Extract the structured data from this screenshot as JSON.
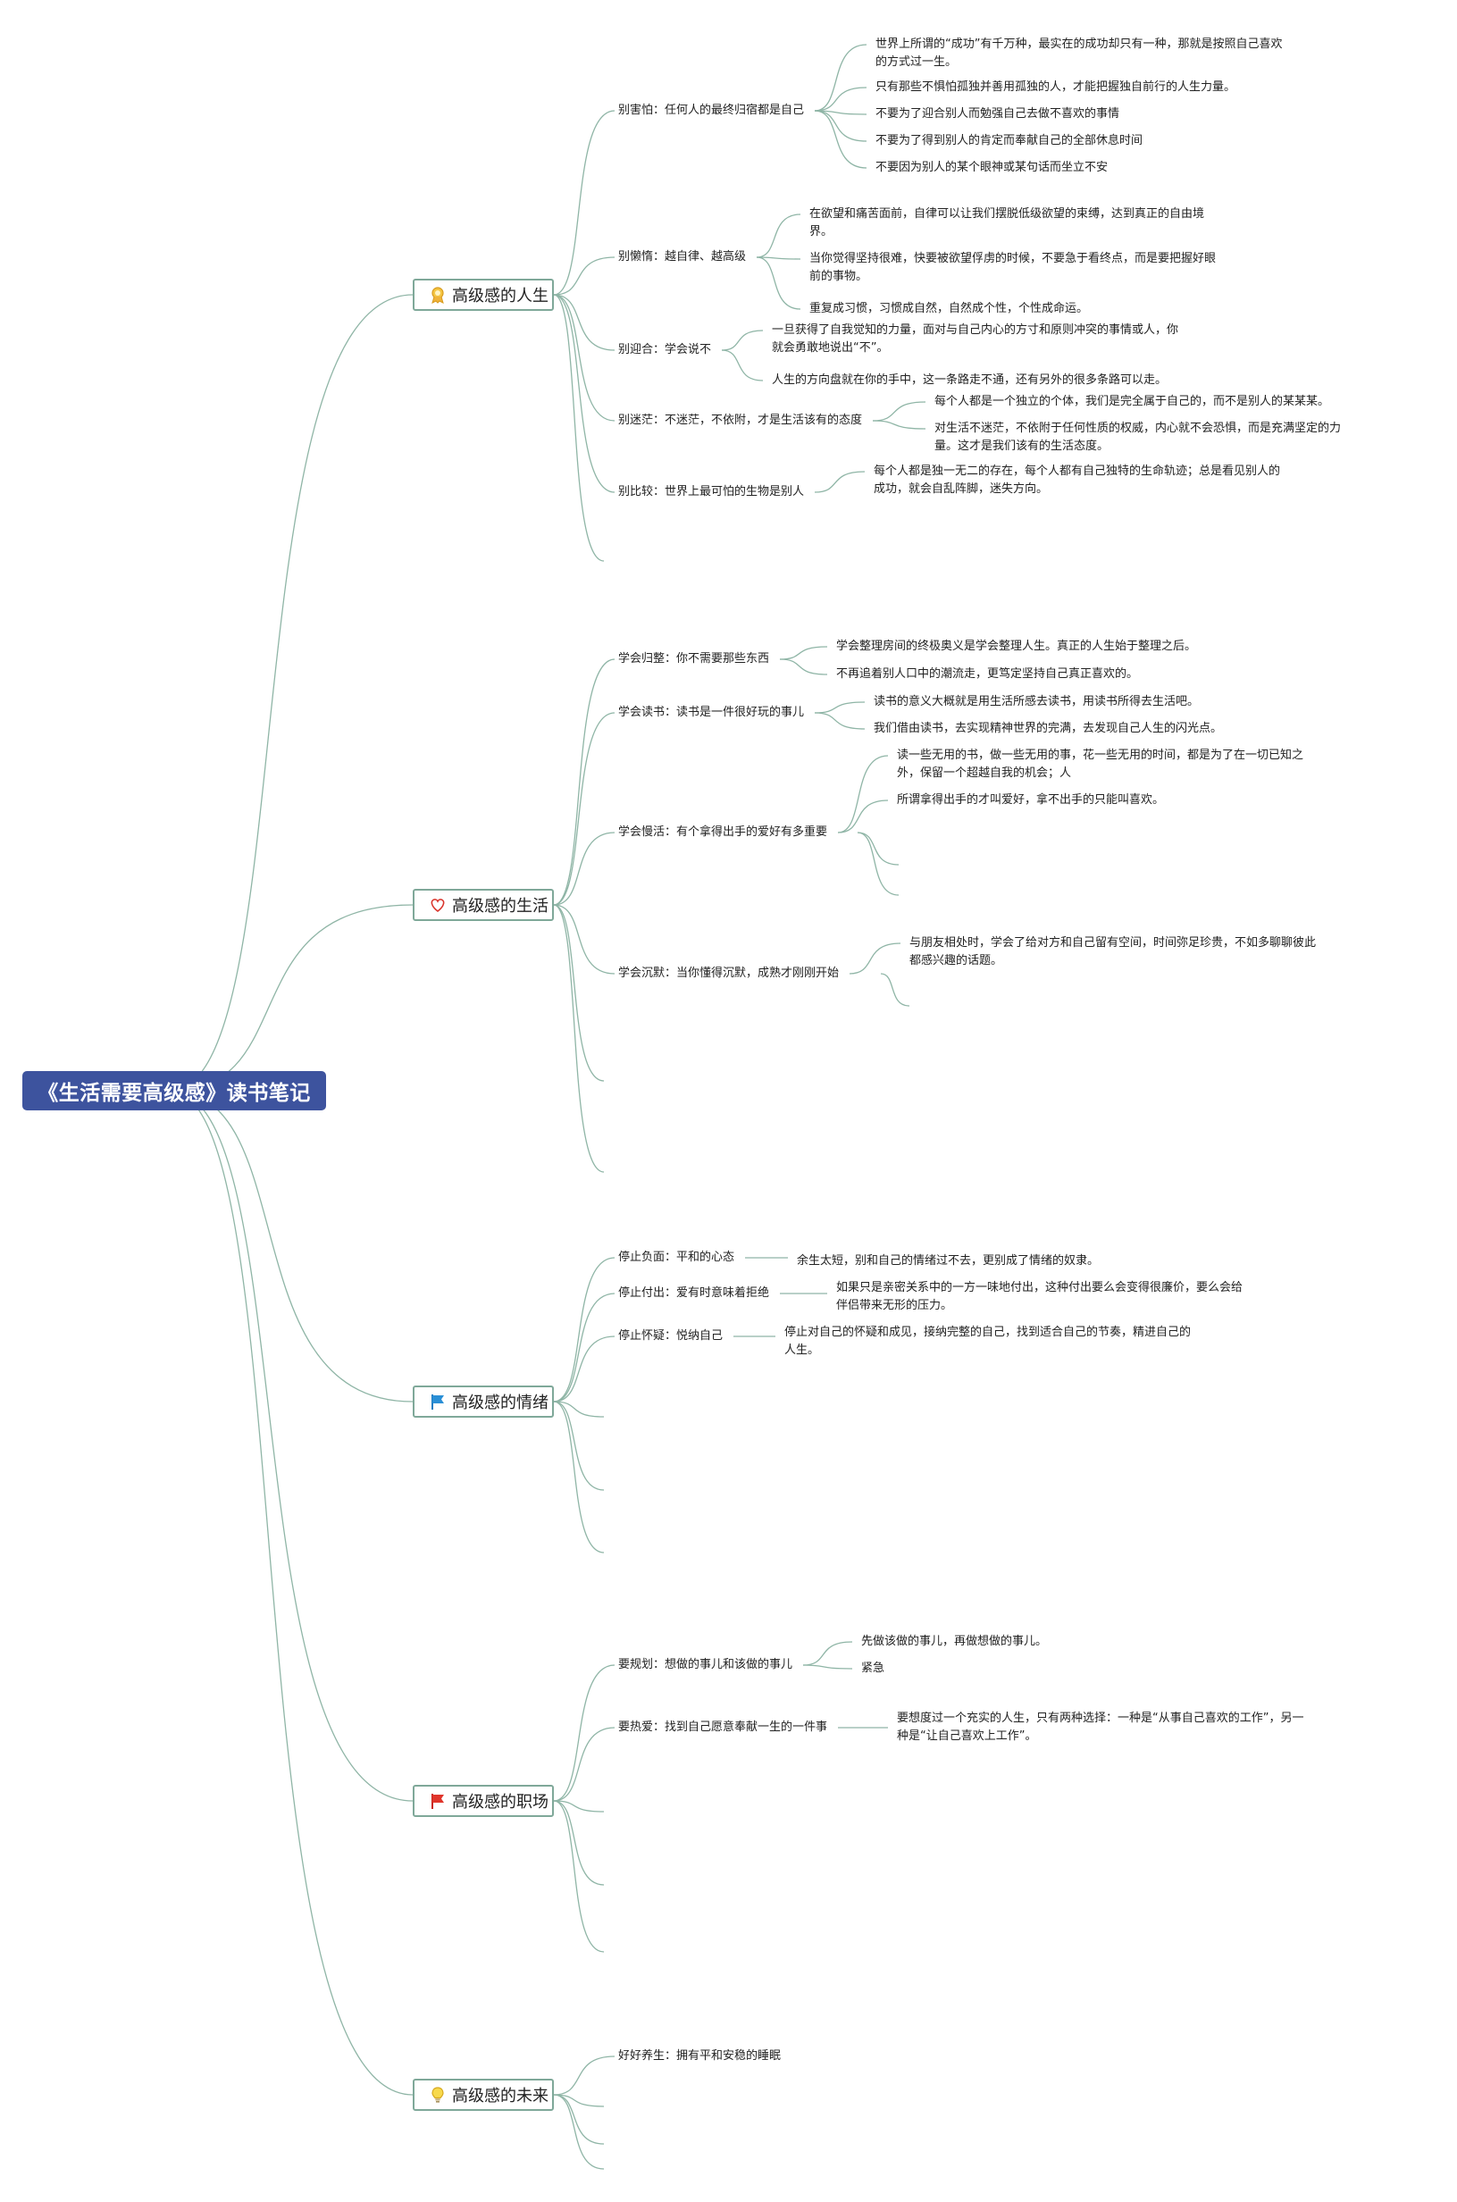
{
  "root": {
    "title": "《生活需要高级感》读书笔记"
  },
  "branches": [
    {
      "label": "高级感的人生",
      "icon": "award-medal-icon",
      "topics": [
        {
          "label": "别害怕：任何人的最终归宿都是自己",
          "notes": [
            [
              "世界上所谓的“成功”有千万种，最实在的成功却只有一种，那就是按照自己喜欢",
              "的方式过一生。"
            ],
            [
              "只有那些不惧怕孤独并善用孤独的人，才能把握独自前行的人生力量。"
            ],
            [
              "不要为了迎合别人而勉强自己去做不喜欢的事情"
            ],
            [
              "不要为了得到别人的肯定而奉献自己的全部休息时间"
            ],
            [
              "不要因为别人的某个眼神或某句话而坐立不安"
            ]
          ]
        },
        {
          "label": "别懒惰：越自律、越高级",
          "notes": [
            [
              "在欲望和痛苦面前，自律可以让我们摆脱低级欲望的束缚，达到真正的自由境",
              "界。"
            ],
            [
              "当你觉得坚持很难，快要被欲望俘虏的时候，不要急于看终点，而是要把握好眼",
              "前的事物。"
            ],
            [
              "重复成习惯，习惯成自然，自然成个性，个性成命运。"
            ]
          ]
        },
        {
          "label": "别迎合：学会说不",
          "notes": [
            [
              "一旦获得了自我觉知的力量，面对与自己内心的方寸和原则冲突的事情或人，你",
              "就会勇敢地说出“不”。"
            ],
            [
              "人生的方向盘就在你的手中，这一条路走不通，还有另外的很多条路可以走。"
            ]
          ]
        },
        {
          "label": "别迷茫：不迷茫，不依附，才是生活该有的态度",
          "notes": [
            [
              "每个人都是一个独立的个体，我们是完全属于自己的，而不是别人的某某某。"
            ],
            [
              "对生活不迷茫，不依附于任何性质的权威，内心就不会恐惧，而是充满坚定的力",
              "量。这才是我们该有的生活态度。"
            ]
          ]
        },
        {
          "label": "别比较：世界上最可怕的生物是别人",
          "notes": [
            [
              "每个人都是独一无二的存在，每个人都有自己独特的生命轨迹；总是看见别人的",
              "成功，就会自乱阵脚，迷失方向。"
            ]
          ]
        }
      ]
    },
    {
      "label": "高级感的生活",
      "icon": "heart-icon",
      "topics": [
        {
          "label": "学会归整：你不需要那些东西",
          "notes": [
            [
              "学会整理房间的终极奥义是学会整理人生。真正的人生始于整理之后。"
            ],
            [
              "不再追着别人口中的潮流走，更笃定坚持自己真正喜欢的。"
            ]
          ]
        },
        {
          "label": "学会读书：读书是一件很好玩的事儿",
          "notes": [
            [
              "读书的意义大概就是用生活所感去读书，用读书所得去生活吧。"
            ],
            [
              "我们借由读书，去实现精神世界的完满，去发现自己人生的闪光点。"
            ]
          ]
        },
        {
          "label": "学会慢活：有个拿得出手的爱好有多重要",
          "notes": [
            [
              "读一些无用的书，做一些无用的事，花一些无用的时间，都是为了在一切已知之",
              "外，保留一个超越自我的机会；人"
            ],
            [
              "所谓拿得出手的才叫爱好，拿不出手的只能叫喜欢。"
            ]
          ]
        },
        {
          "label": "学会沉默：当你懂得沉默，成熟才刚刚开始",
          "notes": [
            [
              "与朋友相处时，学会了给对方和自己留有空间，时间弥足珍贵，不如多聊聊彼此",
              "都感兴趣的话题。"
            ]
          ]
        }
      ]
    },
    {
      "label": "高级感的情绪",
      "icon": "blue-flag-icon",
      "topics": [
        {
          "label": "停止负面：平和的心态",
          "notes": [
            [
              "余生太短，别和自己的情绪过不去，更别成了情绪的奴隶。"
            ]
          ]
        },
        {
          "label": "停止付出：爱有时意味着拒绝",
          "notes": [
            [
              "如果只是亲密关系中的一方一味地付出，这种付出要么会变得很廉价，要么会给",
              "伴侣带来无形的压力。"
            ]
          ]
        },
        {
          "label": "停止怀疑：悦纳自己",
          "notes": [
            [
              "停止对自己的怀疑和成见，接纳完整的自己，找到适合自己的节奏，精进自己的",
              "人生。"
            ]
          ]
        }
      ]
    },
    {
      "label": "高级感的职场",
      "icon": "red-flag-icon",
      "topics": [
        {
          "label": "要规划：想做的事儿和该做的事儿",
          "notes": [
            [
              "先做该做的事儿，再做想做的事儿。"
            ],
            [
              "紧急"
            ]
          ]
        },
        {
          "label": "要热爱：找到自己愿意奉献一生的一件事",
          "notes": [
            [
              "要想度过一个充实的人生，只有两种选择：一种是“从事自己喜欢的工作”，另一",
              "种是“让自己喜欢上工作”。"
            ]
          ]
        }
      ]
    },
    {
      "label": "高级感的未来",
      "icon": "lightbulb-icon",
      "topics": [
        {
          "label": "好好养生：拥有平和安稳的睡眠",
          "notes": []
        }
      ]
    }
  ],
  "colors": {
    "root_bg": "#3d539e",
    "link": "#8fb5a6",
    "branch_border": "#7fa899"
  }
}
